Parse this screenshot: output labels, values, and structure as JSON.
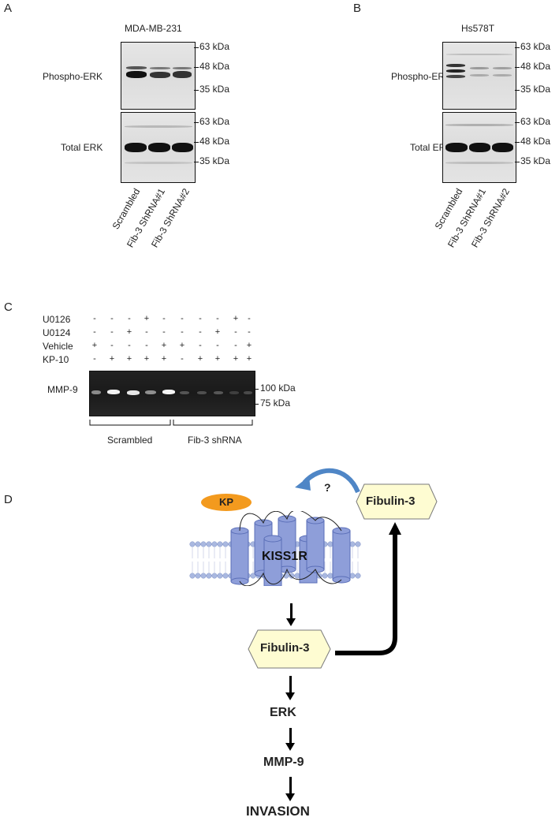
{
  "panels": {
    "a": "A",
    "b": "B",
    "c": "C",
    "d": "D"
  },
  "panel_a": {
    "cell_line": "MDA-MB-231",
    "row1_label": "Phospho-ERK",
    "row2_label": "Total ERK",
    "markers_top": [
      "63 kDa",
      "48 kDa",
      "35 kDa"
    ],
    "markers_bottom": [
      "63 kDa",
      "48 kDa",
      "35 kDa"
    ],
    "lanes": [
      "Scrambled",
      "Fib-3 ShRNA#1",
      "Fib-3 ShRNA#2"
    ]
  },
  "panel_b": {
    "cell_line": "Hs578T",
    "row1_label": "Phospho-ERK",
    "row2_label": "Total ERK",
    "markers_top": [
      "63 kDa",
      "48 kDa",
      "35 kDa"
    ],
    "markers_bottom": [
      "63 kDa",
      "48 kDa",
      "35 kDa"
    ],
    "lanes": [
      "Scrambled",
      "Fib-3 ShRNA#1",
      "Fib-3 ShRNA#2"
    ]
  },
  "panel_c": {
    "rows": [
      {
        "label": "U0126",
        "signs": [
          "-",
          "-",
          "-",
          "+",
          "-",
          "-",
          "-",
          "-",
          "+",
          "-"
        ]
      },
      {
        "label": "U0124",
        "signs": [
          "-",
          "-",
          "+",
          "-",
          "-",
          "-",
          "-",
          "+",
          "-",
          "-"
        ]
      },
      {
        "label": "Vehicle",
        "signs": [
          "+",
          "-",
          "-",
          "-",
          "+",
          "+",
          "-",
          "-",
          "-",
          "+"
        ]
      },
      {
        "label": "KP-10",
        "signs": [
          "-",
          "+",
          "+",
          "+",
          "+",
          "-",
          "+",
          "+",
          "+",
          "+"
        ]
      }
    ],
    "blot_label": "MMP-9",
    "markers": [
      "100 kDa",
      "75 kDa"
    ],
    "groups": [
      "Scrambled",
      "Fib-3 shRNA"
    ]
  },
  "panel_d": {
    "ligand": "KP",
    "question": "?",
    "fibulin_top": "Fibulin-3",
    "receptor": "KISS1R",
    "fibulin_mid": "Fibulin-3",
    "step_erk": "ERK",
    "step_mmp": "MMP-9",
    "step_invasion": "INVASION"
  },
  "colors": {
    "cylinder": "#8e9ed9",
    "cylinder_edge": "#5b6fb8",
    "hexagon": "#fefcd2",
    "ligand": "#f39a1e",
    "curved_arrow": "#4f86c6"
  }
}
